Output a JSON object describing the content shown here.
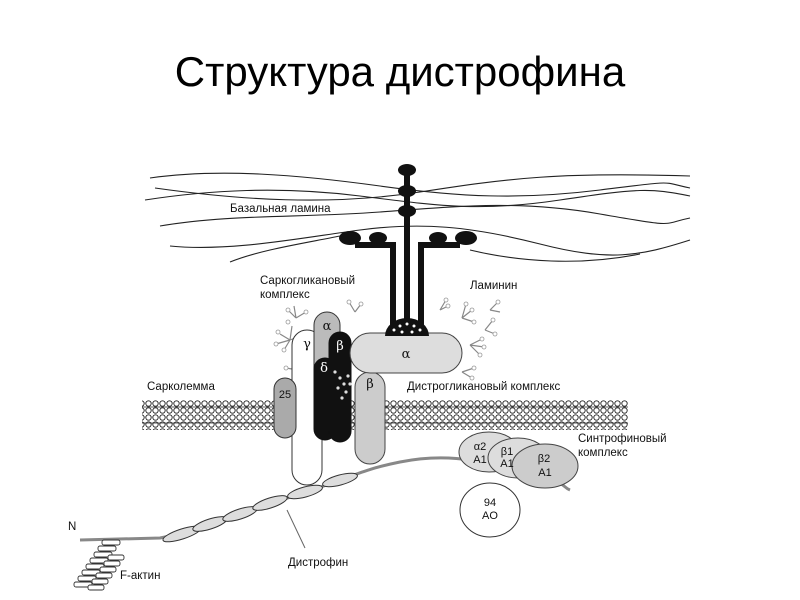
{
  "title": "Структура дистрофина",
  "labels": {
    "basal_lamina": "Базальная ламина",
    "sarcoglycan_line1": "Саркогликановый",
    "sarcoglycan_line2": "комплекс",
    "laminin": "Ламинин",
    "sarcolemma": "Сарколемма",
    "dystroglycan": "Дистрогликановый комплекс",
    "syntrophin_line1": "Синтрофиновый",
    "syntrophin_line2": "комплекс",
    "dystrophin": "Дистрофин",
    "n_terminus": "N",
    "f_actin": "F-актин"
  },
  "subunits": {
    "alpha_sg": "α",
    "gamma_sg": "γ",
    "beta_sg": "β",
    "delta_sg": "δ",
    "sarcospan": "25",
    "alpha_dg": "α",
    "beta_dg": "β",
    "a2_top": "α2",
    "a2_bottom": "A1",
    "b1_top": "β1",
    "b1_bottom": "A1",
    "b2_top": "β2",
    "b2_bottom": "A1",
    "p94_top": "94",
    "p94_bottom": "AO"
  }
}
